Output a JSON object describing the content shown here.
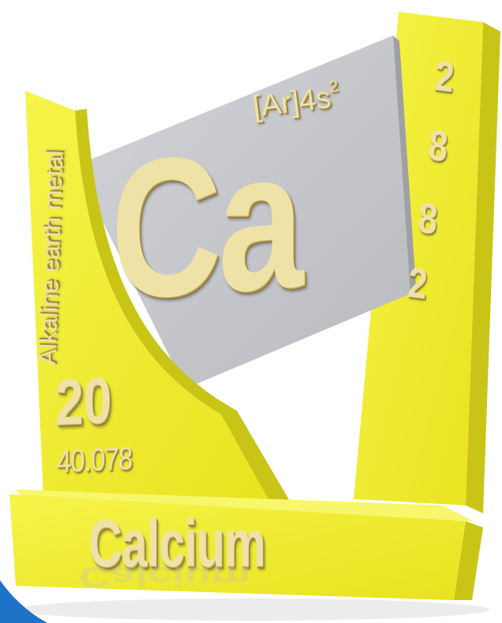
{
  "element": {
    "symbol": "Ca",
    "name": "Calcium",
    "atomic_number": "20",
    "atomic_mass": "40.078",
    "category": "Alkaline earth metal",
    "electron_configuration": {
      "core": "[Ar]",
      "valence": "4s",
      "exponent": "2"
    },
    "electron_shells": [
      "2",
      "8",
      "8",
      "2"
    ]
  },
  "colors": {
    "yellow": "#f2ef2e",
    "yellow_shadow": "#c9c517",
    "gold_text": "#efe2a6",
    "gray_panel": "#c7c8cc",
    "blue_corner": "#1e73c8"
  }
}
